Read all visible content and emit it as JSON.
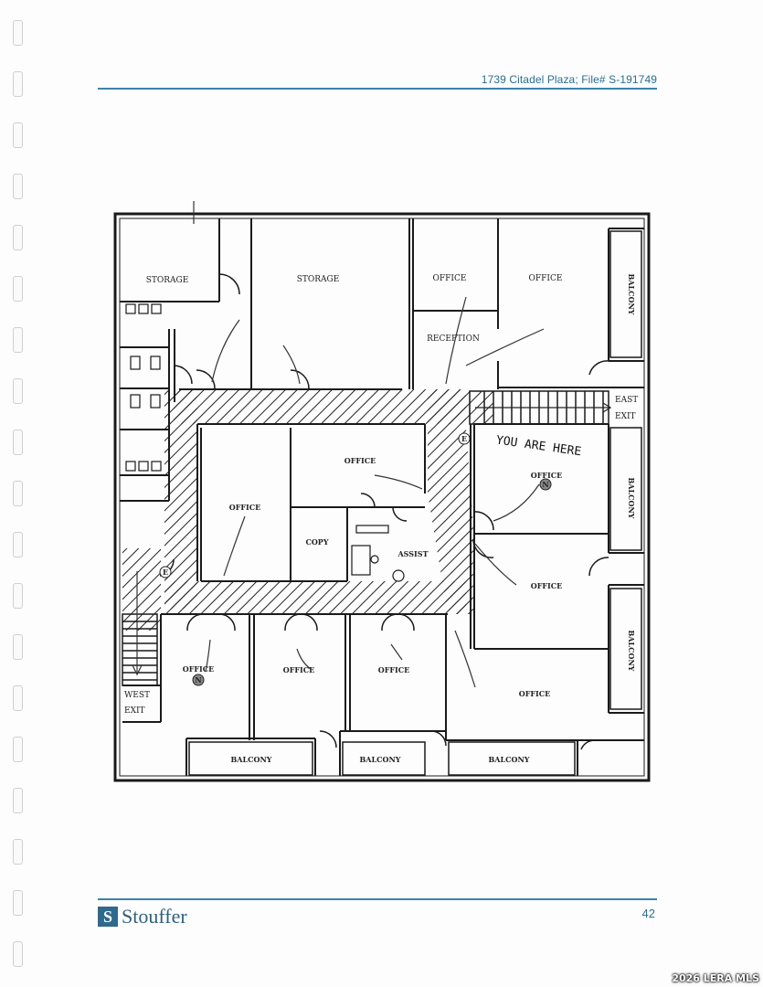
{
  "header": {
    "title": "1739 Citadel Plaza; File# S-191749"
  },
  "floorplan": {
    "rooms": {
      "storage_left": "STORAGE",
      "storage_center": "STORAGE",
      "office_top1": "OFFICE",
      "office_top2": "OFFICE",
      "reception": "RECEPTION",
      "office_center": "OFFICE",
      "office_left": "OFFICE",
      "copy": "COPY",
      "assist": "ASSIST",
      "office_right_n": "OFFICE",
      "office_right2": "OFFICE",
      "office_bottom_right": "OFFICE",
      "office_bottom1": "OFFICE",
      "office_bottom2": "OFFICE",
      "office_bottom3": "OFFICE"
    },
    "balconies": {
      "right_top": "BALCONY",
      "right_mid": "BALCONY",
      "right_bottom": "BALCONY",
      "bottom_left": "BALCONY",
      "bottom_mid": "BALCONY",
      "bottom_right": "BALCONY"
    },
    "exits": {
      "east_line1": "EAST",
      "east_line2": "EXIT",
      "west_line1": "WEST",
      "west_line2": "EXIT"
    },
    "markers": {
      "you_are_here": "YOU ARE HERE",
      "extinguisher": "E",
      "north": "N"
    }
  },
  "footer": {
    "brand": "Stouffer",
    "logo_letter": "S",
    "page_number": "42"
  },
  "watermark": "2026 LERA MLS"
}
